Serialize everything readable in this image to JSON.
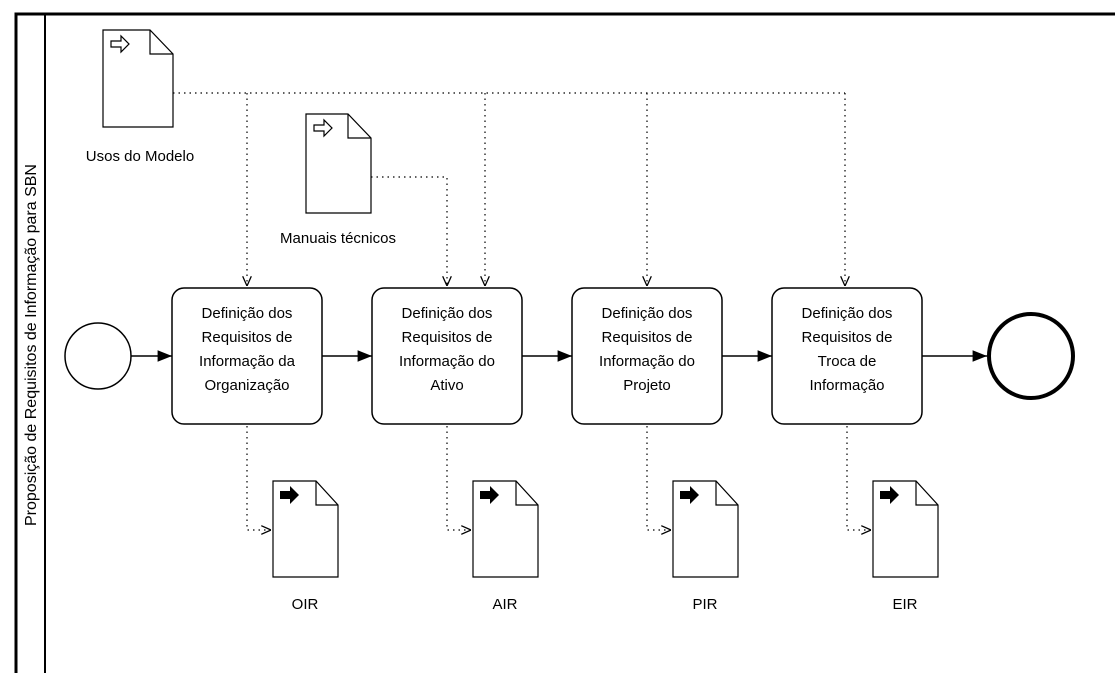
{
  "pool": {
    "lane_title": "Proposição de Requisitos de Informação para SBN"
  },
  "inputs": {
    "usos": {
      "label": "Usos do Modelo"
    },
    "manuais": {
      "label": "Manuais técnicos"
    }
  },
  "tasks": [
    {
      "lines": [
        "Definição dos",
        "Requisitos de",
        "Informação da",
        "Organização"
      ]
    },
    {
      "lines": [
        "Definição dos",
        "Requisitos de",
        "Informação do",
        "Ativo"
      ]
    },
    {
      "lines": [
        "Definição dos",
        "Requisitos de",
        "Informação do",
        "Projeto"
      ]
    },
    {
      "lines": [
        "Definição dos",
        "Requisitos de",
        "Troca de",
        "Informação"
      ]
    }
  ],
  "outputs": [
    {
      "label": "OIR"
    },
    {
      "label": "AIR"
    },
    {
      "label": "PIR"
    },
    {
      "label": "EIR"
    }
  ],
  "colors": {
    "stroke": "#000000",
    "task_fill": "#ffffff",
    "background": "#ffffff"
  }
}
